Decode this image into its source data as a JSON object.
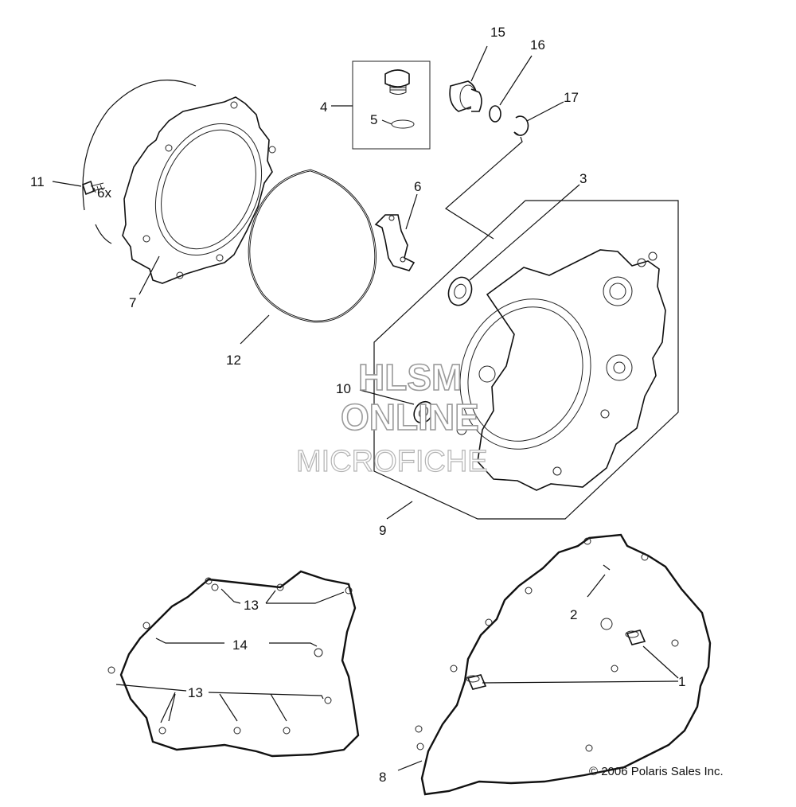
{
  "callouts": [
    {
      "id": "1",
      "text": "1"
    },
    {
      "id": "2",
      "text": "2"
    },
    {
      "id": "3",
      "text": "3"
    },
    {
      "id": "4",
      "text": "4"
    },
    {
      "id": "5",
      "text": "5"
    },
    {
      "id": "6",
      "text": "6"
    },
    {
      "id": "6x",
      "text": "6x"
    },
    {
      "id": "7",
      "text": "7"
    },
    {
      "id": "8",
      "text": "8"
    },
    {
      "id": "9",
      "text": "9"
    },
    {
      "id": "10",
      "text": "10"
    },
    {
      "id": "11",
      "text": "11"
    },
    {
      "id": "12",
      "text": "12"
    },
    {
      "id": "13a",
      "text": "13"
    },
    {
      "id": "13b",
      "text": "13"
    },
    {
      "id": "14",
      "text": "14"
    },
    {
      "id": "15",
      "text": "15"
    },
    {
      "id": "16",
      "text": "16"
    },
    {
      "id": "17",
      "text": "17"
    }
  ],
  "watermark": {
    "line1": "HLSM",
    "line2": "ONLINE",
    "line3": "MICROFICHE"
  },
  "copyright": "© 2006 Polaris Sales Inc.",
  "colors": {
    "ink": "#111111",
    "background": "#ffffff",
    "watermark": "#9a9a9a"
  }
}
